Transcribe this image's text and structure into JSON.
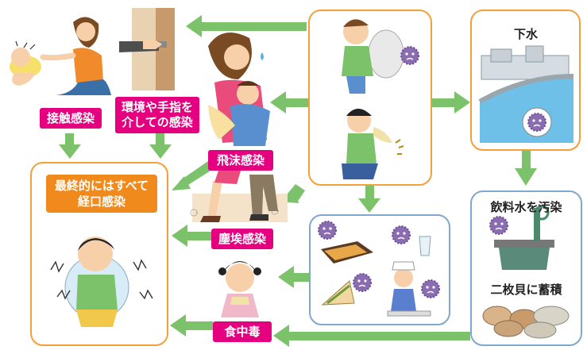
{
  "labels": {
    "contact": "接触感染",
    "environment_line1": "環境や手指を",
    "environment_line2": "介しての感染",
    "droplet": "飛沫感染",
    "dust": "塵埃感染",
    "food_poisoning": "食中毒",
    "final_line1": "最終的にはすべて",
    "final_line2": "経口感染",
    "sewage": "下水",
    "drinking_water": "飲料水を汚染",
    "shellfish": "二枚貝に蓄積"
  },
  "colors": {
    "label_magenta": "#e4007f",
    "final_orange": "#f08a1c",
    "box_orange": "#f3a03a",
    "box_blue": "#7fa8cf",
    "arrow_green": "#7cc26a",
    "virus_purple": "#8a6cb0"
  }
}
